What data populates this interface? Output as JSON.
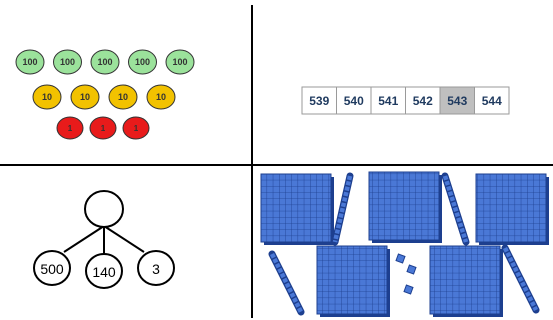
{
  "counters": {
    "hundreds": {
      "label": "100",
      "count": 5,
      "color": "#9be29b"
    },
    "tens": {
      "label": "10",
      "count": 4,
      "color": "#f2c200"
    },
    "ones": {
      "label": "1",
      "count": 3,
      "color": "#e81b1b"
    }
  },
  "number_line": {
    "cells": [
      "539",
      "540",
      "541",
      "542",
      "543",
      "544"
    ],
    "highlighted": "543",
    "highlight_color": "#bfbfbf"
  },
  "part_whole": {
    "whole": "",
    "parts": [
      "500",
      "140",
      "3"
    ]
  },
  "base_ten": {
    "flats": 5,
    "rods": 4,
    "cubes": 3,
    "color": "#4a78d6"
  }
}
